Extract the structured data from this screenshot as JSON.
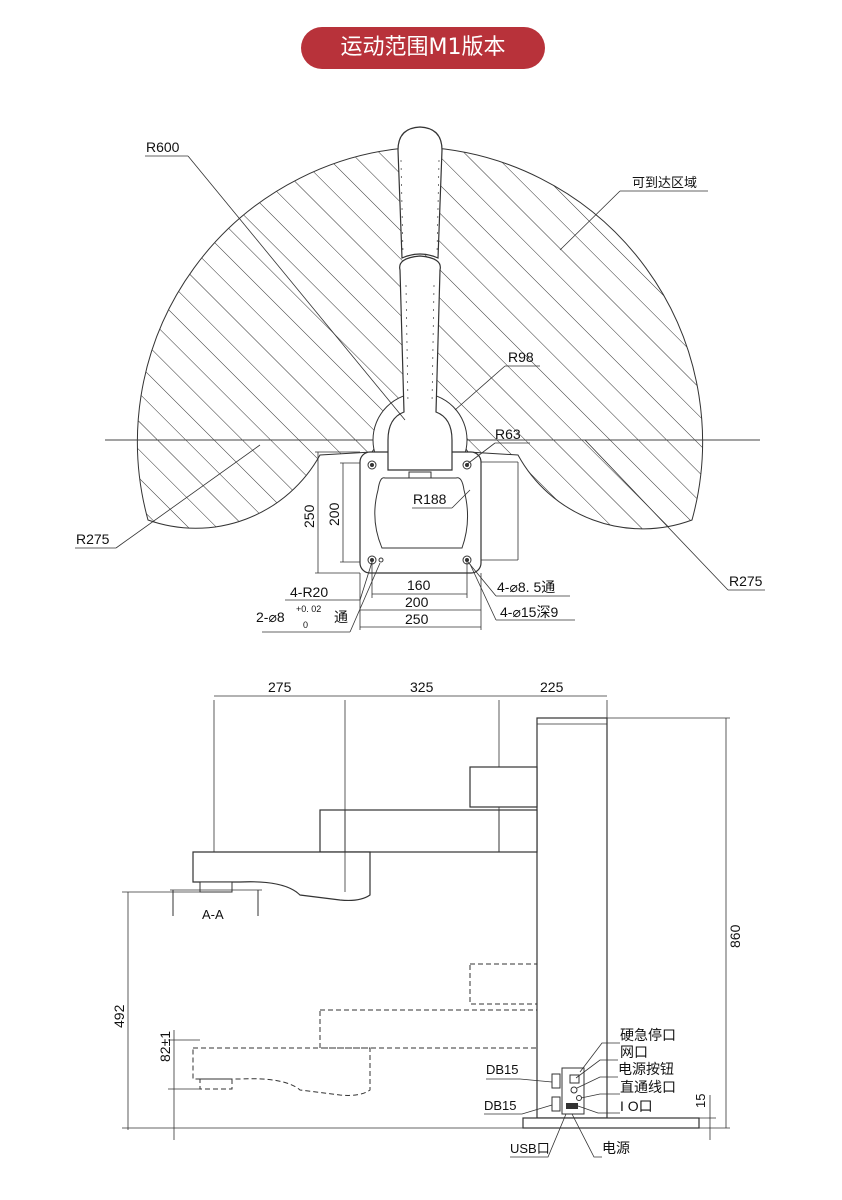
{
  "title": "运动范围M1版本",
  "colors": {
    "badge": "#b8323a",
    "line": "#222222",
    "hatch": "#333333"
  },
  "top_view": {
    "r600": "R600",
    "reachable_area": "可到达区域",
    "r98": "R98",
    "r63": "R63",
    "r188": "R188",
    "r275_left": "R275",
    "r275_right": "R275",
    "dim_250": "250",
    "dim_200": "200",
    "corner_radius": "4-R20",
    "hole_8_5": "4-⌀8. 5通",
    "hole_15": "4-⌀15深9",
    "pin_hole_prefix": "2-⌀8",
    "pin_hole_tol_upper": "+0. 02",
    "pin_hole_tol_lower": "0",
    "pin_hole_suffix": "通",
    "width_160": "160",
    "width_200": "200",
    "width_250": "250"
  },
  "side_view": {
    "dim_275": "275",
    "dim_325": "325",
    "dim_225": "225",
    "dim_860": "860",
    "dim_492": "492",
    "dim_82": "82±1",
    "dim_15": "15",
    "section": "A-A",
    "emergency_stop": "硬急停口",
    "network": "网口",
    "power_button": "电源按钮",
    "direct_line": "直通线口",
    "io_port": "I O口",
    "db15_top": "DB15",
    "db15_bottom": "DB15",
    "usb_port": "USB口",
    "power": "电源"
  }
}
